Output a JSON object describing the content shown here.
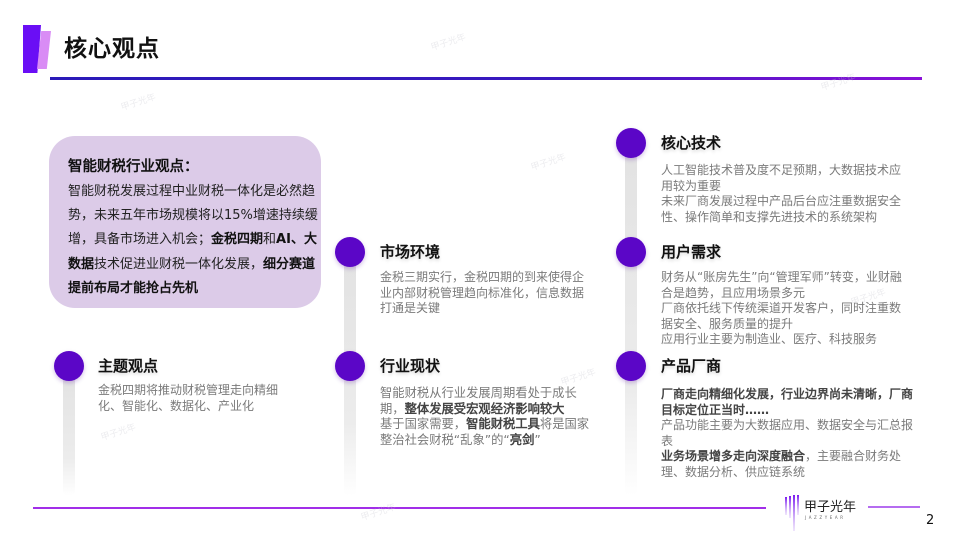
{
  "header": {
    "title": "核心观点",
    "accent_colors": {
      "primary": "#6a0ef5",
      "secondary": "#d98cf5",
      "rule": "#2a1ab8"
    }
  },
  "callout": {
    "title": "智能财税行业观点：",
    "segments": [
      {
        "text": "智能财税发展过程中业财税一体化是必然趋势，未来五年市场规模将以15%增速持续缓增，具备市场进入机会；",
        "bold": false
      },
      {
        "text": "金税四期",
        "bold": true
      },
      {
        "text": "和",
        "bold": false
      },
      {
        "text": "AI、大数据",
        "bold": true
      },
      {
        "text": "技术促进业财税一体化发展，",
        "bold": false
      },
      {
        "text": "细分赛道提前布局才能抢占先机",
        "bold": true
      }
    ],
    "background": "#dccbe8"
  },
  "sections": [
    {
      "id": "theme",
      "title": "主题观点",
      "lines": [
        [
          {
            "text": "金税四期将推动财税管理走向精细化、智能化、数据化、产业化",
            "bold": false
          }
        ]
      ]
    },
    {
      "id": "market",
      "title": "市场环境",
      "lines": [
        [
          {
            "text": "金税三期实行，金税四期的到来使得企业内部财税管理趋向标准化，信息数据打通是关键",
            "bold": false
          }
        ]
      ]
    },
    {
      "id": "industry",
      "title": "行业现状",
      "lines": [
        [
          {
            "text": "智能财税从行业发展周期看处于成长期，",
            "bold": false
          },
          {
            "text": "整体发展受宏观经济影响较大",
            "bold": true
          }
        ],
        [
          {
            "text": "基于国家需要，",
            "bold": false
          },
          {
            "text": "智能财税工具",
            "bold": true
          },
          {
            "text": "将是国家整治社会财税“乱象”的“",
            "bold": false
          },
          {
            "text": "亮剑",
            "bold": true
          },
          {
            "text": "”",
            "bold": false
          }
        ]
      ]
    },
    {
      "id": "tech",
      "title": "核心技术",
      "lines": [
        [
          {
            "text": "人工智能技术普及度不足预期，大数据技术应用较为重要",
            "bold": false
          }
        ],
        [
          {
            "text": "未来厂商发展过程中产品后台应注重数据安全性、操作简单和支撑先进技术的系统架构",
            "bold": false
          }
        ]
      ]
    },
    {
      "id": "demand",
      "title": "用户需求",
      "lines": [
        [
          {
            "text": "财务从“账房先生”向“管理军师”转变，业财融合是趋势，且应用场景多元",
            "bold": false
          }
        ],
        [
          {
            "text": "厂商依托线下传统渠道开发客户，同时注重数据安全、服务质量的提升",
            "bold": false
          }
        ],
        [
          {
            "text": "应用行业主要为制造业、医疗、科技服务",
            "bold": false
          }
        ]
      ]
    },
    {
      "id": "vendors",
      "title": "产品厂商",
      "lines": [
        [
          {
            "text": "厂商走向精细化发展，行业边界尚未清晰，厂商目标定位正当时……",
            "bold": true
          }
        ],
        [
          {
            "text": "产品功能主要为大数据应用、数据安全与汇总报表",
            "bold": false
          }
        ],
        [
          {
            "text": "业务场景增多走向深度融合",
            "bold": true
          },
          {
            "text": "，主要融合财务处理、数据分析、供应链系统",
            "bold": false
          }
        ]
      ]
    }
  ],
  "timeline_dot_color": "#5b06c7",
  "footer": {
    "brand_cn": "甲子光年",
    "brand_en": "JAZZYEAR",
    "page_number": "2",
    "rule_color": "#a12ee8"
  },
  "watermark": "甲子光年"
}
